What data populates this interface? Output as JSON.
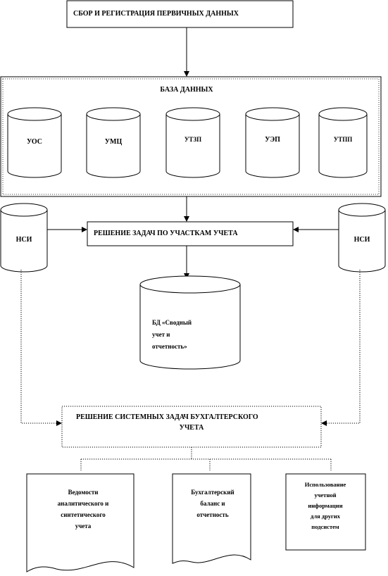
{
  "collect": {
    "label": "СБОР И РЕГИСТРАЦИЯ ПЕРВИЧНЫХ ДАННЫХ"
  },
  "database": {
    "title": "БАЗА ДАННЫХ",
    "cylinders": [
      "УОС",
      "УМЦ",
      "УТЗП",
      "УЭП",
      "УТПП"
    ]
  },
  "nsi_left": {
    "label": "НСИ"
  },
  "nsi_right": {
    "label": "НСИ"
  },
  "tasks": {
    "label": "РЕШЕНИЕ  ЗАДАЧ ПО УЧАСТКАМ УЧЕТА"
  },
  "summary_db": {
    "lines": [
      "БД «Сводный",
      "учет и",
      "отчетность»"
    ]
  },
  "system": {
    "lines": [
      "РЕШЕНИЕ   СИСТЕМНЫХ  ЗАДАЧ БУХГАЛТЕРСКОГО",
      "УЧЕТА"
    ]
  },
  "outputs": {
    "ledgers": {
      "lines": [
        "Ведомости",
        "аналитического и",
        "синтетического",
        "учета"
      ]
    },
    "balance": {
      "lines": [
        "Бухгалтерский",
        "баланс и",
        "отчетность"
      ]
    },
    "usage": {
      "lines": [
        "Использование",
        "учетной",
        "информации",
        "для других",
        "подсистем"
      ]
    }
  }
}
